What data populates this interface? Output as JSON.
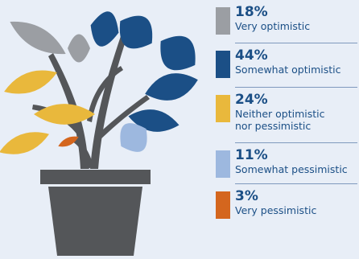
{
  "chart_data": {
    "type": "pie",
    "categories": [
      "Very optimistic",
      "Somewhat optimistic",
      "Neither optimistic\nnor pessimistic",
      "Somewhat pessimistic",
      "Very pessimistic"
    ],
    "values": [
      18,
      44,
      24,
      11,
      3
    ],
    "value_labels": [
      "18%",
      "44%",
      "24%",
      "11%",
      "3%"
    ],
    "colors": [
      "#9b9ea3",
      "#1b4f86",
      "#e9b83c",
      "#9db8df",
      "#d4661e"
    ],
    "legend_position": "right",
    "visual_style": "plant pictogram with leaves colored by category"
  },
  "colors": {
    "background": "#e8eef7",
    "pot": "#545659",
    "stem": "#545659",
    "text": "#1b4f86"
  }
}
